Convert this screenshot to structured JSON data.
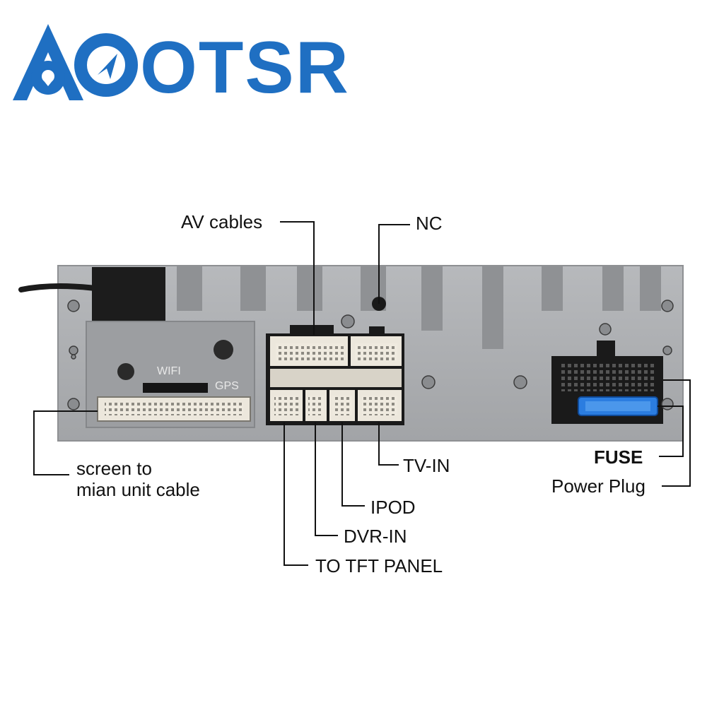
{
  "brand": {
    "name_tail": "OTSR",
    "name_full": "Aotsr",
    "color": "#1f6fc2",
    "icon": "location-pin-arrow-icon"
  },
  "panel_text": {
    "wifi": "WIFI",
    "gps": "GPS"
  },
  "labels": {
    "av_cables": "AV cables",
    "nc": "NC",
    "screen_cable_line1": "screen to",
    "screen_cable_line2": "mian unit cable",
    "tv_in": "TV-IN",
    "ipod": "IPOD",
    "dvr_in": "DVR-IN",
    "tft_panel": "TO TFT PANEL",
    "fuse": "FUSE",
    "power_plug": "Power Plug"
  },
  "colors": {
    "panel": "#a9abae",
    "connector": "#ece7dc",
    "fuse": "#2b7de0",
    "leader": "#111111"
  }
}
